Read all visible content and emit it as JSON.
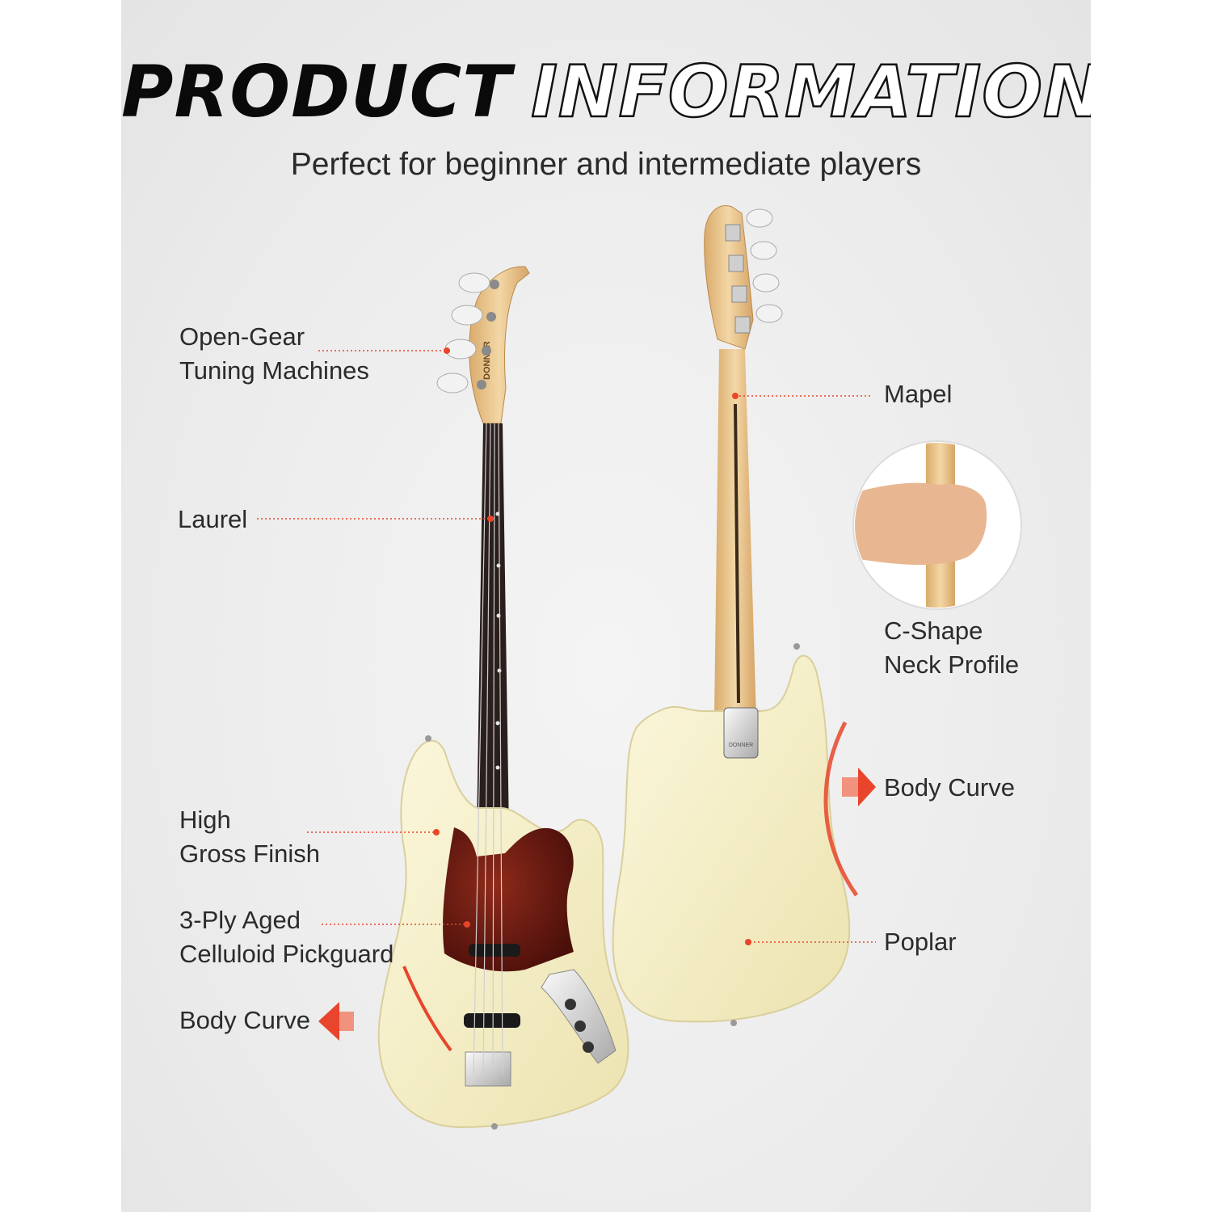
{
  "header": {
    "title_bold": "PRODUCT",
    "title_outline": "INFORMATION",
    "subtitle": "Perfect for beginner and intermediate players"
  },
  "front_labels": {
    "tuning_line1": "Open-Gear",
    "tuning_line2": "Tuning Machines",
    "fretboard": "Laurel",
    "finish_line1": "High",
    "finish_line2": "Gross Finish",
    "pickguard_line1": "3-Ply Aged",
    "pickguard_line2": "Celluloid Pickguard",
    "body_curve": "Body Curve"
  },
  "back_labels": {
    "neck_wood": "Mapel",
    "neck_profile_line1": "C-Shape",
    "neck_profile_line2": "Neck Profile",
    "body_curve": "Body Curve",
    "body_wood": "Poplar"
  },
  "brand": {
    "headstock_logo": "DONNER",
    "neckplate_logo": "DONNER"
  },
  "colors": {
    "accent": "#e8452c",
    "body_cream": "#f6f0c8",
    "pickguard": "#6b1a12",
    "fretboard": "#2a1f1c",
    "maple": "#e9c48e"
  }
}
